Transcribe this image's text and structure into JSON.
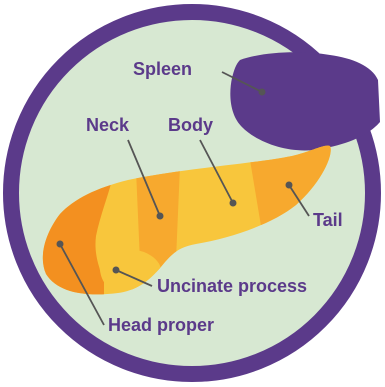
{
  "colors": {
    "ring": "#5b3a8a",
    "background": "#d7e8d2",
    "spleen": "#5b3a8a",
    "label_text": "#5b3a8a",
    "leader_line": "#555555",
    "pancreas_light": "#f8c63c",
    "pancreas_mid": "#f7a92e",
    "pancreas_dark": "#f39020"
  },
  "labels": {
    "spleen": "Spleen",
    "neck": "Neck",
    "body": "Body",
    "tail": "Tail",
    "uncinate": "Uncinate process",
    "head": "Head proper"
  },
  "icons": {
    "ring": "circular-border",
    "spleen": "spleen-organ-shape",
    "pancreas": "pancreas-organ-shape"
  }
}
